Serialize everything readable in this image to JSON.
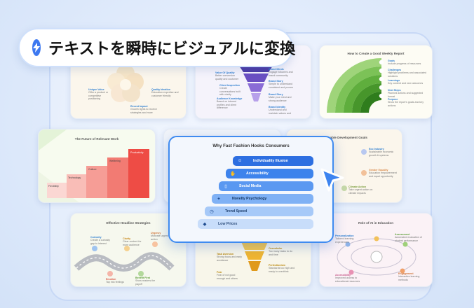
{
  "banner": {
    "icon": "lightning-icon",
    "text": "テキストを瞬時にビジュアルに変換"
  },
  "main_card": {
    "title": "Why Fast Fashion Hooks Consumers",
    "steps": [
      {
        "label": "Individuality Illusion",
        "icon": "mask-icon"
      },
      {
        "label": "Accessibility",
        "icon": "hand-icon"
      },
      {
        "label": "Social Media",
        "icon": "phone-icon"
      },
      {
        "label": "Novelty Psychology",
        "icon": "sparkle-icon"
      },
      {
        "label": "Trend Speed",
        "icon": "clock-icon"
      },
      {
        "label": "Low Prices",
        "icon": "tag-icon"
      }
    ]
  },
  "cards": {
    "weekly_report": {
      "title": "How to Create a Good Weekly Report",
      "items": [
        "Goals",
        "Challenges",
        "Learnings",
        "Next Steps",
        "Purpose"
      ]
    },
    "relevant_work": {
      "title": "The Future of Relevant Work",
      "steps": [
        "Flexibility",
        "Technology",
        "Culture",
        "Wellbeing",
        "Productivity"
      ]
    },
    "dev_goals": {
      "title": "Sustainable Development Goals"
    },
    "headline": {
      "title": "Effective Headline Strategies"
    },
    "ai_education": {
      "title": "Role of AI in Education"
    }
  }
}
